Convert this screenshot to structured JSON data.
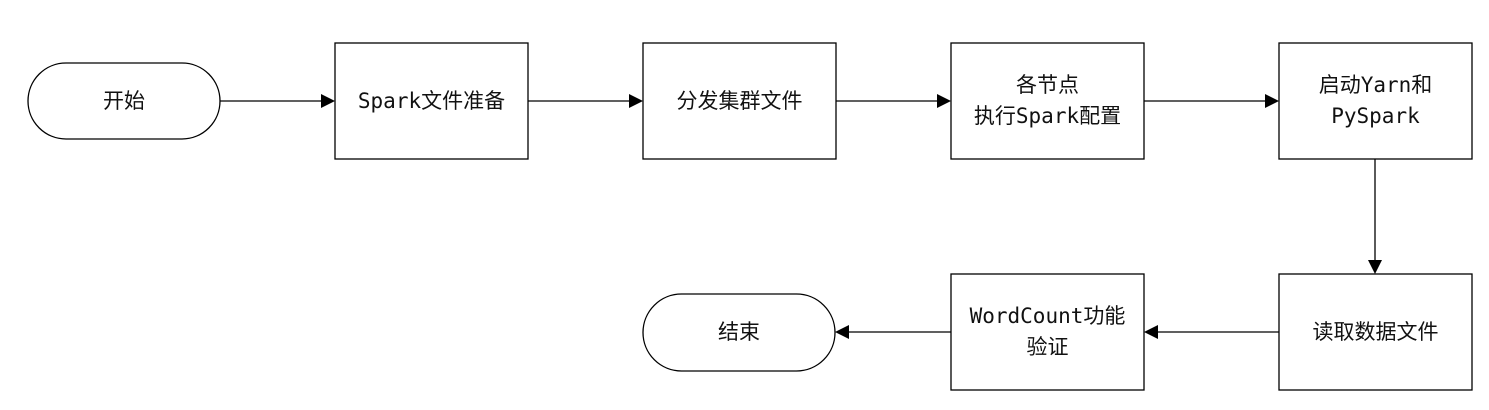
{
  "flowchart": {
    "nodes": {
      "start": {
        "lines": [
          "开始"
        ]
      },
      "prepare_spark_files": {
        "lines": [
          "Spark文件准备"
        ]
      },
      "distribute_cluster_files": {
        "lines": [
          "分发集群文件"
        ]
      },
      "node_spark_config": {
        "lines": [
          "各节点",
          "执行Spark配置"
        ]
      },
      "start_yarn_pyspark": {
        "lines": [
          "启动Yarn和",
          "PySpark"
        ]
      },
      "read_data_files": {
        "lines": [
          "读取数据文件"
        ]
      },
      "wordcount_verify": {
        "lines": [
          "WordCount功能",
          "验证"
        ]
      },
      "end": {
        "lines": [
          "结束"
        ]
      }
    },
    "edges": [
      {
        "from": "start",
        "to": "prepare_spark_files"
      },
      {
        "from": "prepare_spark_files",
        "to": "distribute_cluster_files"
      },
      {
        "from": "distribute_cluster_files",
        "to": "node_spark_config"
      },
      {
        "from": "node_spark_config",
        "to": "start_yarn_pyspark"
      },
      {
        "from": "start_yarn_pyspark",
        "to": "read_data_files"
      },
      {
        "from": "read_data_files",
        "to": "wordcount_verify"
      },
      {
        "from": "wordcount_verify",
        "to": "end"
      }
    ]
  },
  "colors": {
    "stroke": "#000000",
    "fill": "#ffffff",
    "text": "#111111"
  }
}
